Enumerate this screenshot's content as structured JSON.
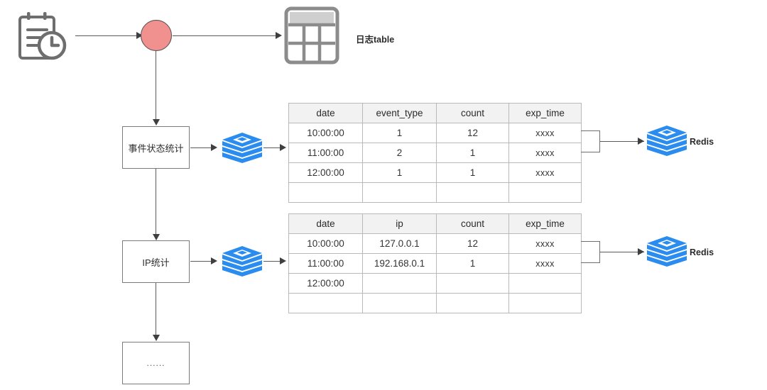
{
  "diagram": {
    "title_label": "日志table",
    "nodes": {
      "log_source_icon": "clipboard-clock-icon",
      "dispatch_node": "red-circle-node",
      "log_table_icon": "table-grid-icon"
    },
    "processes": [
      {
        "id": "event-status-stats",
        "label": "事件状态统计"
      },
      {
        "id": "ip-stats",
        "label": "IP统计"
      },
      {
        "id": "more-stats",
        "label": "......"
      }
    ],
    "redis_icons": [
      {
        "id": "redis-stack-1",
        "label": ""
      },
      {
        "id": "redis-stack-2",
        "label": ""
      },
      {
        "id": "redis-store-1",
        "label": "Redis"
      },
      {
        "id": "redis-store-2",
        "label": "Redis"
      }
    ],
    "colors": {
      "accent_blue": "#2b8cf0",
      "node_red": "#f0908f",
      "line_gray": "#595959",
      "box_border": "#7a7a7a",
      "table_header_bg": "#f2f2f2",
      "table_border": "#b9b9b9",
      "icon_gray": "#6e6e6e"
    }
  },
  "tables": [
    {
      "id": "event-type-table",
      "headers": [
        "date",
        "event_type",
        "count",
        "exp_time"
      ],
      "rows": [
        [
          "10:00:00",
          "1",
          "12",
          "xxxx"
        ],
        [
          "11:00:00",
          "2",
          "1",
          "xxxx"
        ],
        [
          "12:00:00",
          "1",
          "1",
          "xxxx"
        ],
        [
          "",
          "",
          "",
          ""
        ]
      ]
    },
    {
      "id": "ip-table",
      "headers": [
        "date",
        "ip",
        "count",
        "exp_time"
      ],
      "rows": [
        [
          "10:00:00",
          "127.0.0.1",
          "12",
          "xxxx"
        ],
        [
          "11:00:00",
          "192.168.0.1",
          "1",
          "xxxx"
        ],
        [
          "12:00:00",
          "",
          "",
          ""
        ],
        [
          "",
          "",
          "",
          ""
        ]
      ]
    }
  ]
}
